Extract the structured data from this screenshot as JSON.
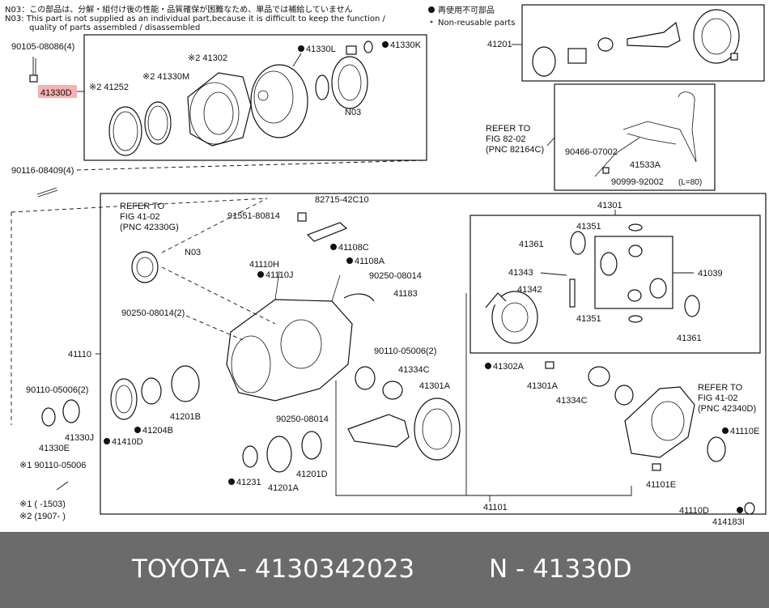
{
  "notes": {
    "n03_jp": "N03：この部品は、分解・組付け後の性能・品質確保が困難なため、単品では補給していません",
    "n03_en_line1": "N03: This part is not supplied as an individual part,because it is difficult to keep the function /",
    "n03_en_line2": "quality of parts assembled / disassembled",
    "legend_reuse": "再使用不可部品",
    "legend_nonreuse": "Non-reusable parts",
    "note1": "※1 (      -1503)",
    "note2": "※2 (1907-      )",
    "diagram_id": "414183I"
  },
  "labels": {
    "p90105": "90105-08086(4)",
    "p41330D": "41330D",
    "p41252": "※2 41252",
    "p41330M": "※2 41330M",
    "p41302": "※2 41302",
    "p41330L": "41330L",
    "p41330K": "41330K",
    "pN03a": "N03",
    "p90116": "90116-08409(4)",
    "p41201": "41201",
    "refer82_1": "REFER TO",
    "refer82_2": "FIG 82-02",
    "refer82_3": "(PNC 82164C)",
    "p90466": "90466-07002",
    "p41533A": "41533A",
    "p90999": "90999-92002",
    "p90999_len": "(L=80)",
    "refer41a_1": "REFER TO",
    "refer41a_2": "FIG 41-02",
    "refer41a_3": "(PNC 42330G)",
    "pN03b": "N03",
    "p91551": "91551-80814",
    "p82715": "82715-42C10",
    "p41108C": "41108C",
    "p41108A": "41108A",
    "p41110H": "41110H",
    "p41110J": "41110J",
    "p90250a": "90250-08014",
    "p41183": "41183",
    "p90250b": "90250-08014(2)",
    "p90110a": "90110-05006(2)",
    "p41110": "41110",
    "p90110b": "90110-05006(2)",
    "p41334Ca": "41334C",
    "p41301Aa": "41301A",
    "p41330J": "41330J",
    "p41330E": "41330E",
    "p41410D": "41410D",
    "p41204B": "41204B",
    "p41201B": "41201B",
    "p90250c": "90250-08014",
    "p190110": "※1 90110-05006",
    "p41231": "41231",
    "p41201A": "41201A",
    "p41201D": "41201D",
    "p41101": "41101",
    "p41301": "41301",
    "p41351a": "41351",
    "p41361a": "41361",
    "p41343": "41343",
    "p41342": "41342",
    "p41039": "41039",
    "p41351b": "41351",
    "p41361b": "41361",
    "p41302A": "41302A",
    "p41301Ab": "41301A",
    "p41334Cb": "41334C",
    "refer41b_1": "REFER TO",
    "refer41b_2": "FIG 41-02",
    "refer41b_3": "(PNC 42340D)",
    "p41110E": "41110E",
    "p41101E": "41101E",
    "p41110D": "41110D"
  },
  "footer": {
    "left": "TOYOTA - 4130342023",
    "right": "N - 41330D"
  },
  "colors": {
    "highlight": "#f5b0b0",
    "footer_bg": "#6b6b6b",
    "footer_text": "#ffffff"
  }
}
